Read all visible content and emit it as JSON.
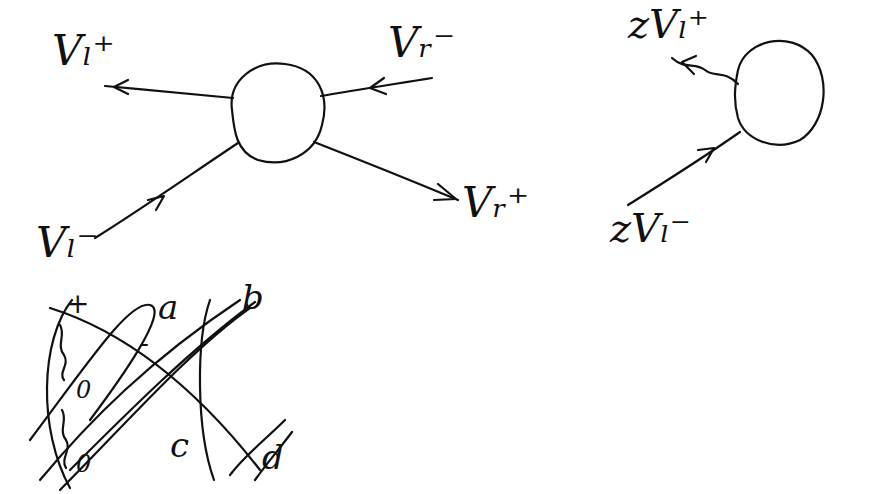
{
  "diagram": {
    "labels": [
      "Vₗ⁺",
      "Vᵣ⁻",
      "zVₗ⁺",
      "Vₗ⁻",
      "Vᵣ⁺",
      "zVₗ⁻",
      "+",
      "a",
      "b",
      "-",
      "0",
      "c",
      "0",
      "d"
    ]
  }
}
